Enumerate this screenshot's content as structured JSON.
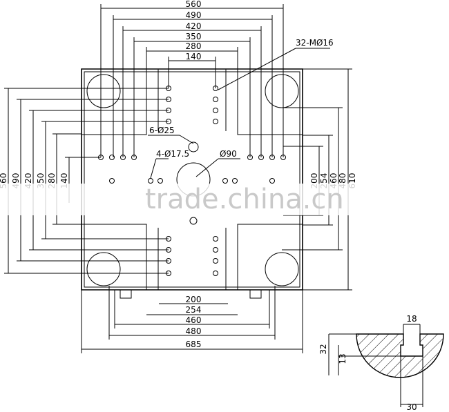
{
  "drawing": {
    "top_dimensions": [
      "560",
      "490",
      "420",
      "350",
      "280",
      "140"
    ],
    "bottom_dimensions": [
      "200",
      "254",
      "460",
      "480",
      "685"
    ],
    "left_dimensions": [
      "560",
      "490",
      "420",
      "350",
      "280",
      "140"
    ],
    "right_dimensions": [
      "200",
      "254",
      "460",
      "480",
      "610"
    ],
    "callouts": {
      "tapped_holes": "32-MØ16",
      "locating_holes": "6-Ø25",
      "center_hole": "Ø90",
      "small_holes": "4-Ø17.5"
    },
    "slot_detail": {
      "width": "18",
      "height": "32",
      "depth": "13",
      "bottom": "30"
    }
  },
  "watermark": "trade.china.cn"
}
